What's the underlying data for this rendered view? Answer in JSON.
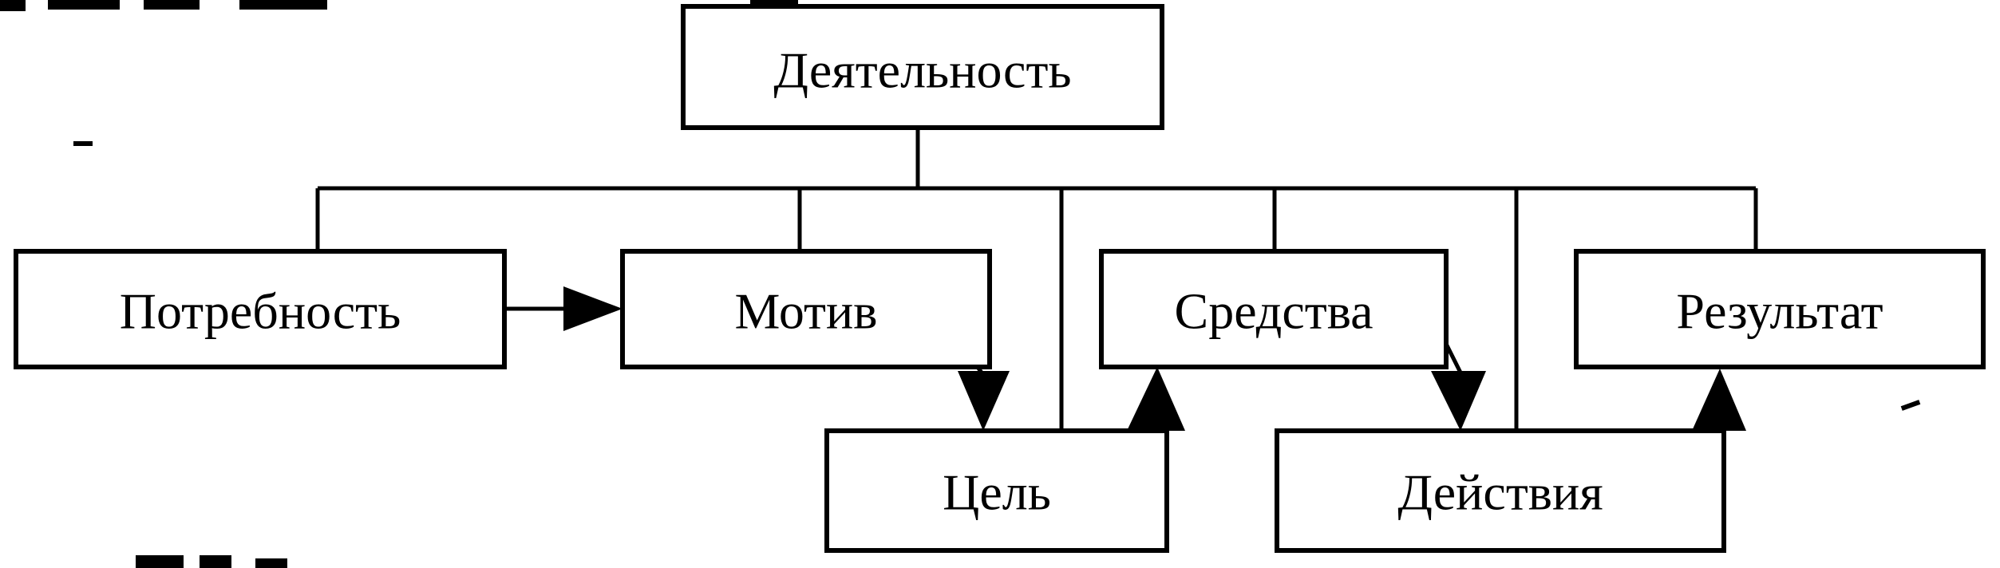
{
  "nodes": {
    "activity": "Деятельность",
    "need": "Потребность",
    "motive": "Мотив",
    "goal": "Цель",
    "means": "Средства",
    "actions": "Действия",
    "result": "Результат"
  },
  "colors": {
    "ink": "#000000",
    "background": "#ffffff"
  }
}
